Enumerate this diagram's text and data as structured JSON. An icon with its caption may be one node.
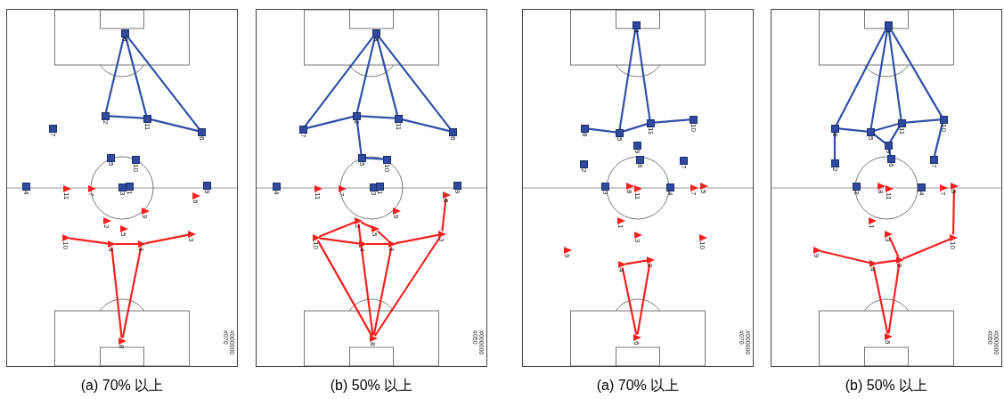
{
  "diagram": {
    "nodes": [
      {
        "text": [
          "#000000 #070"
        ],
        "beside": [
          "(a) 70% 以上"
        ]
      },
      {
        "text": [
          "8"
        ],
        "in": 0
      },
      {
        "text": [
          "2"
        ],
        "in": 0
      },
      {
        "text": [
          "11"
        ],
        "in": 0
      },
      {
        "text": [
          "6"
        ],
        "in": 0
      },
      {
        "text": [
          "7"
        ],
        "in": 0
      },
      {
        "text": [
          "5"
        ],
        "in": 0
      },
      {
        "text": [
          "10"
        ],
        "in": 0
      },
      {
        "text": [
          "4"
        ],
        "in": 0
      },
      {
        "text": [
          "3"
        ],
        "in": 0
      },
      {
        "text": [
          "1"
        ],
        "in": 0
      },
      {
        "text": [
          "9"
        ],
        "in": 0
      },
      {
        "text": [
          "11"
        ],
        "in": 0
      },
      {
        "text": [
          "7"
        ],
        "in": 0
      },
      {
        "text": [
          "6"
        ],
        "in": 0
      },
      {
        "text": [
          "9"
        ],
        "in": 0
      },
      {
        "text": [
          "2"
        ],
        "in": 0
      },
      {
        "text": [
          "5"
        ],
        "in": 0
      },
      {
        "text": [
          "10"
        ],
        "in": 0
      },
      {
        "text": [
          "4"
        ],
        "in": 0
      },
      {
        "text": [
          "1"
        ],
        "in": 0
      },
      {
        "text": [
          "3"
        ],
        "in": 0
      },
      {
        "text": [
          "8"
        ],
        "in": 0
      },
      {
        "text": [
          "#000000 #050"
        ],
        "beside": [
          "(b) 50% 以上"
        ]
      },
      {
        "text": [
          "8"
        ],
        "in": 23
      },
      {
        "text": [
          "7"
        ],
        "in": 23
      },
      {
        "text": [
          "2"
        ],
        "in": 23
      },
      {
        "text": [
          "11"
        ],
        "in": 23
      },
      {
        "text": [
          "6"
        ],
        "in": 23
      },
      {
        "text": [
          "5"
        ],
        "in": 23
      },
      {
        "text": [
          "10"
        ],
        "in": 23
      },
      {
        "text": [
          "4"
        ],
        "in": 23
      },
      {
        "text": [
          "3"
        ],
        "in": 23
      },
      {
        "text": [
          "1"
        ],
        "in": 23
      },
      {
        "text": [
          "9"
        ],
        "in": 23
      },
      {
        "text": [
          "11"
        ],
        "in": 23
      },
      {
        "text": [
          "7"
        ],
        "in": 23
      },
      {
        "text": [
          "6"
        ],
        "in": 23
      },
      {
        "text": [
          "9"
        ],
        "in": 23
      },
      {
        "text": [
          "2"
        ],
        "in": 23
      },
      {
        "text": [
          "5"
        ],
        "in": 23
      },
      {
        "text": [
          "10"
        ],
        "in": 23
      },
      {
        "text": [
          "4"
        ],
        "in": 23
      },
      {
        "text": [
          "1"
        ],
        "in": 23
      },
      {
        "text": [
          "3"
        ],
        "in": 23
      },
      {
        "text": [
          "8"
        ],
        "in": 23
      },
      {
        "text": [
          "#000000 #070"
        ],
        "beside": [
          "(a) 70% 以上"
        ]
      },
      {
        "text": [
          "1"
        ],
        "in": 46
      },
      {
        "text": [
          "8"
        ],
        "in": 46
      },
      {
        "text": [
          "5"
        ],
        "in": 46
      },
      {
        "text": [
          "11"
        ],
        "in": 46
      },
      {
        "text": [
          "10"
        ],
        "in": 46
      },
      {
        "text": [
          "9"
        ],
        "in": 46
      },
      {
        "text": [
          "2"
        ],
        "in": 46
      },
      {
        "text": [
          "6"
        ],
        "in": 46
      },
      {
        "text": [
          "7"
        ],
        "in": 46
      },
      {
        "text": [
          "3"
        ],
        "in": 46
      },
      {
        "text": [
          "4"
        ],
        "in": 46
      },
      {
        "text": [
          "8"
        ],
        "in": 46
      },
      {
        "text": [
          "11"
        ],
        "in": 46
      },
      {
        "text": [
          "7"
        ],
        "in": 46
      },
      {
        "text": [
          "5"
        ],
        "in": 46
      },
      {
        "text": [
          "1"
        ],
        "in": 46
      },
      {
        "text": [
          "3"
        ],
        "in": 46
      },
      {
        "text": [
          "10"
        ],
        "in": 46
      },
      {
        "text": [
          "9"
        ],
        "in": 46
      },
      {
        "text": [
          "4"
        ],
        "in": 46
      },
      {
        "text": [
          "2"
        ],
        "in": 46
      },
      {
        "text": [
          "6"
        ],
        "in": 46
      },
      {
        "text": [
          "#000000 #050"
        ],
        "beside": [
          "(b) 50% 以上"
        ]
      },
      {
        "text": [
          "1"
        ],
        "in": 69
      },
      {
        "text": [
          "8"
        ],
        "in": 69
      },
      {
        "text": [
          "5"
        ],
        "in": 69
      },
      {
        "text": [
          "11"
        ],
        "in": 69
      },
      {
        "text": [
          "10"
        ],
        "in": 69
      },
      {
        "text": [
          "9"
        ],
        "in": 69
      },
      {
        "text": [
          "2"
        ],
        "in": 69
      },
      {
        "text": [
          "6"
        ],
        "in": 69
      },
      {
        "text": [
          "7"
        ],
        "in": 69
      },
      {
        "text": [
          "3"
        ],
        "in": 69
      },
      {
        "text": [
          "4"
        ],
        "in": 69
      },
      {
        "text": [
          "8"
        ],
        "in": 69
      },
      {
        "text": [
          "11"
        ],
        "in": 69
      },
      {
        "text": [
          "7"
        ],
        "in": 69
      },
      {
        "text": [
          "5"
        ],
        "in": 69
      },
      {
        "text": [
          "1"
        ],
        "in": 69
      },
      {
        "text": [
          "3"
        ],
        "in": 69
      },
      {
        "text": [
          "10"
        ],
        "in": 69
      },
      {
        "text": [
          "9"
        ],
        "in": 69
      },
      {
        "text": [
          "4"
        ],
        "in": 69
      },
      {
        "text": [
          "2"
        ],
        "in": 69
      },
      {
        "text": [
          "6"
        ],
        "in": 69
      }
    ],
    "edges": [
      {
        "from": 1,
        "to": 2,
        "arrow": "none"
      },
      {
        "from": 1,
        "to": 3,
        "arrow": "none"
      },
      {
        "from": 1,
        "to": 4,
        "arrow": "none"
      },
      {
        "from": 2,
        "to": 3,
        "arrow": "none"
      },
      {
        "from": 3,
        "to": 4,
        "arrow": "none"
      },
      {
        "from": 18,
        "to": 19,
        "arrow": "none",
        "color": "#f52020"
      },
      {
        "from": 19,
        "to": 20,
        "arrow": "none",
        "color": "#f52020"
      },
      {
        "from": 20,
        "to": 21,
        "arrow": "none",
        "color": "#f52020"
      },
      {
        "from": 19,
        "to": 22,
        "arrow": "none",
        "color": "#f52020"
      },
      {
        "from": 20,
        "to": 22,
        "arrow": "none",
        "color": "#f52020"
      },
      {
        "from": 24,
        "to": 25,
        "arrow": "none"
      },
      {
        "from": 24,
        "to": 26,
        "arrow": "none"
      },
      {
        "from": 24,
        "to": 27,
        "arrow": "none"
      },
      {
        "from": 24,
        "to": 28,
        "arrow": "none"
      },
      {
        "from": 25,
        "to": 26,
        "arrow": "none"
      },
      {
        "from": 26,
        "to": 27,
        "arrow": "none"
      },
      {
        "from": 27,
        "to": 28,
        "arrow": "none"
      },
      {
        "from": 26,
        "to": 29,
        "arrow": "none"
      },
      {
        "from": 29,
        "to": 30,
        "arrow": "none"
      },
      {
        "from": 41,
        "to": 39,
        "arrow": "none",
        "color": "#f52020"
      },
      {
        "from": 41,
        "to": 42,
        "arrow": "none",
        "color": "#f52020"
      },
      {
        "from": 42,
        "to": 43,
        "arrow": "none",
        "color": "#f52020"
      },
      {
        "from": 43,
        "to": 44,
        "arrow": "none",
        "color": "#f52020"
      },
      {
        "from": 44,
        "to": 37,
        "arrow": "none",
        "color": "#f52020"
      },
      {
        "from": 39,
        "to": 40,
        "arrow": "none",
        "color": "#f52020"
      },
      {
        "from": 40,
        "to": 43,
        "arrow": "none",
        "color": "#f52020"
      },
      {
        "from": 45,
        "to": 41,
        "arrow": "none",
        "color": "#f52020"
      },
      {
        "from": 45,
        "to": 39,
        "arrow": "none",
        "color": "#f52020"
      },
      {
        "from": 45,
        "to": 43,
        "arrow": "none",
        "color": "#f52020"
      },
      {
        "from": 45,
        "to": 44,
        "arrow": "none",
        "color": "#f52020"
      },
      {
        "from": 47,
        "to": 49,
        "arrow": "none"
      },
      {
        "from": 47,
        "to": 50,
        "arrow": "none"
      },
      {
        "from": 48,
        "to": 49,
        "arrow": "none"
      },
      {
        "from": 49,
        "to": 50,
        "arrow": "none"
      },
      {
        "from": 50,
        "to": 51,
        "arrow": "none"
      },
      {
        "from": 66,
        "to": 67,
        "arrow": "none",
        "color": "#f52020"
      },
      {
        "from": 66,
        "to": 68,
        "arrow": "none",
        "color": "#f52020"
      },
      {
        "from": 67,
        "to": 68,
        "arrow": "none",
        "color": "#f52020"
      },
      {
        "from": 70,
        "to": 71,
        "arrow": "none"
      },
      {
        "from": 70,
        "to": 72,
        "arrow": "none"
      },
      {
        "from": 70,
        "to": 73,
        "arrow": "none"
      },
      {
        "from": 70,
        "to": 74,
        "arrow": "none"
      },
      {
        "from": 71,
        "to": 72,
        "arrow": "none"
      },
      {
        "from": 72,
        "to": 73,
        "arrow": "none"
      },
      {
        "from": 73,
        "to": 74,
        "arrow": "none"
      },
      {
        "from": 71,
        "to": 76,
        "arrow": "none"
      },
      {
        "from": 74,
        "to": 78,
        "arrow": "none"
      },
      {
        "from": 72,
        "to": 75,
        "arrow": "none"
      },
      {
        "from": 73,
        "to": 75,
        "arrow": "none"
      },
      {
        "from": 75,
        "to": 77,
        "arrow": "none"
      },
      {
        "from": 88,
        "to": 89,
        "arrow": "none",
        "color": "#f52020"
      },
      {
        "from": 89,
        "to": 90,
        "arrow": "none",
        "color": "#f52020"
      },
      {
        "from": 90,
        "to": 86,
        "arrow": "none",
        "color": "#f52020"
      },
      {
        "from": 90,
        "to": 87,
        "arrow": "none",
        "color": "#f52020"
      },
      {
        "from": 87,
        "to": 84,
        "arrow": "none",
        "color": "#f52020"
      },
      {
        "from": 89,
        "to": 91,
        "arrow": "none",
        "color": "#f52020"
      },
      {
        "from": 90,
        "to": 91,
        "arrow": "none",
        "color": "#f52020"
      }
    ]
  }
}
